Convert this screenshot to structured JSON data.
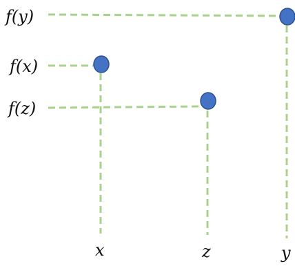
{
  "points": [
    {
      "id": "y",
      "label": "y",
      "value_label": "f(y)"
    },
    {
      "id": "x",
      "label": "x",
      "value_label": "f(x)"
    },
    {
      "id": "z",
      "label": "z",
      "value_label": "f(z)"
    }
  ],
  "colors": {
    "guide_line": "#a9d18e",
    "point_fill": "#4472c4",
    "point_stroke": "#2f528f",
    "text": "#111111"
  }
}
